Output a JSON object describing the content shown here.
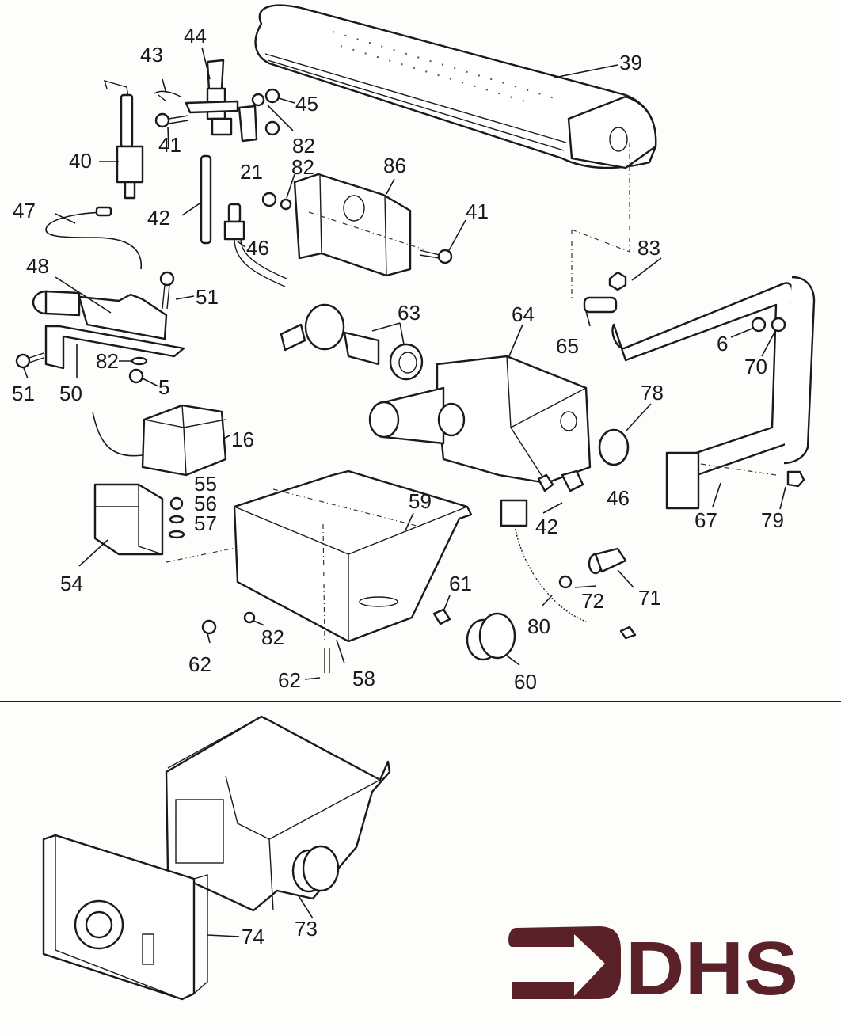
{
  "diagram": {
    "title": "Exploded parts diagram - boiler burner and gas control assembly",
    "brand": {
      "name": "DHS",
      "color": "#5a2228"
    },
    "upper_section": {
      "parts": [
        {
          "id": "39",
          "description": "burner"
        },
        {
          "id": "40",
          "description": "electrode"
        },
        {
          "id": "41",
          "description": "screw"
        },
        {
          "id": "41b",
          "label": "41",
          "description": "screw"
        },
        {
          "id": "42",
          "description": "thermocouple"
        },
        {
          "id": "42b",
          "label": "42",
          "description": "fitting"
        },
        {
          "id": "43",
          "description": "clip"
        },
        {
          "id": "44",
          "description": "pilot burner"
        },
        {
          "id": "45",
          "description": "nut"
        },
        {
          "id": "46",
          "description": "pilot tube"
        },
        {
          "id": "46b",
          "label": "46",
          "description": "pilot tube"
        },
        {
          "id": "47",
          "description": "ignition lead"
        },
        {
          "id": "48",
          "description": "igniter"
        },
        {
          "id": "50",
          "description": "bracket"
        },
        {
          "id": "51",
          "description": "screw"
        },
        {
          "id": "51b",
          "label": "51",
          "description": "screw"
        },
        {
          "id": "5",
          "description": "nut"
        },
        {
          "id": "82",
          "description": "washer"
        },
        {
          "id": "82b",
          "label": "82",
          "description": "washer"
        },
        {
          "id": "82c",
          "label": "82",
          "description": "washer"
        },
        {
          "id": "82d",
          "label": "82",
          "description": "washer"
        },
        {
          "id": "21",
          "description": "nut"
        },
        {
          "id": "86",
          "description": "shield"
        },
        {
          "id": "16",
          "description": "thermostat"
        },
        {
          "id": "55",
          "description": "nut"
        },
        {
          "id": "56",
          "description": "washer"
        },
        {
          "id": "57",
          "description": "washer"
        },
        {
          "id": "54",
          "description": "transformer"
        },
        {
          "id": "63",
          "description": "gas cock and union"
        },
        {
          "id": "64",
          "description": "gas valve"
        },
        {
          "id": "65",
          "description": "injector"
        },
        {
          "id": "83",
          "description": "screw"
        },
        {
          "id": "6",
          "description": "washer"
        },
        {
          "id": "70",
          "description": "nut"
        },
        {
          "id": "78",
          "description": "o-ring"
        },
        {
          "id": "67",
          "description": "manifold"
        },
        {
          "id": "79",
          "description": "screw"
        },
        {
          "id": "59",
          "description": "terminal block"
        },
        {
          "id": "58",
          "description": "control box"
        },
        {
          "id": "62",
          "description": "screw"
        },
        {
          "id": "62b",
          "label": "62",
          "description": "screw"
        },
        {
          "id": "61",
          "description": "knob insert"
        },
        {
          "id": "60",
          "description": "knob"
        },
        {
          "id": "80",
          "description": "lead"
        },
        {
          "id": "72",
          "description": "screw"
        },
        {
          "id": "71",
          "description": "pressure test point"
        }
      ]
    },
    "lower_section": {
      "parts": [
        {
          "id": "73",
          "description": "control box assembly"
        },
        {
          "id": "74",
          "description": "programmer / timer"
        }
      ]
    }
  }
}
